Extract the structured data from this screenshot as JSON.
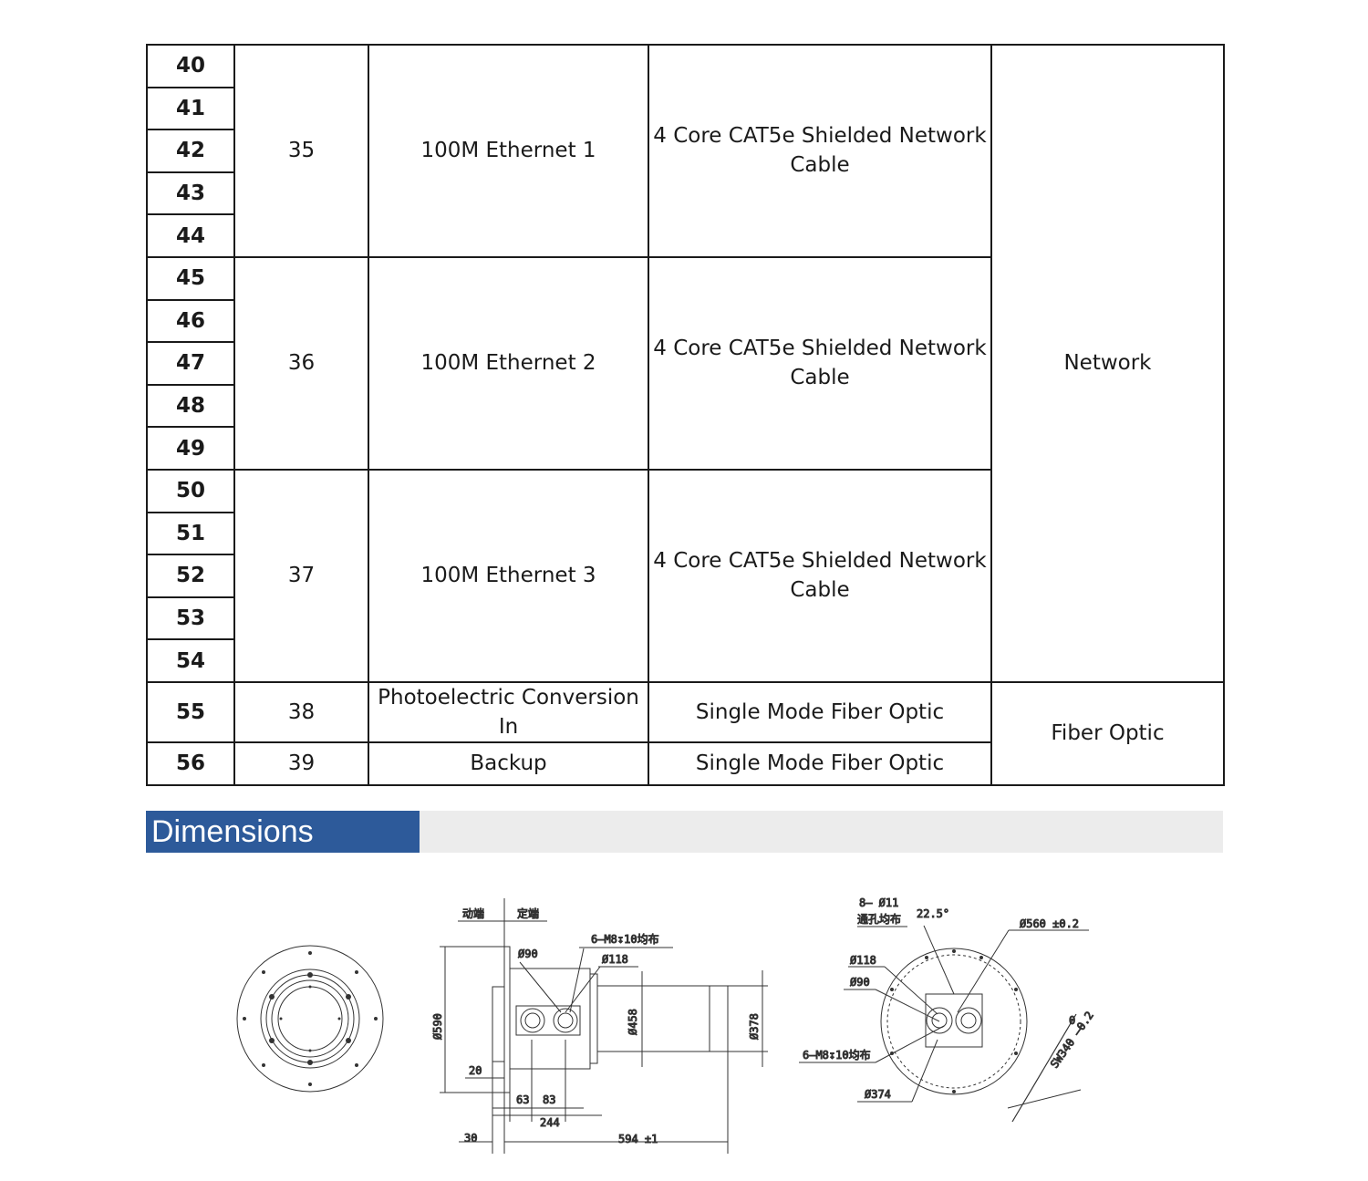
{
  "table": {
    "rows": [
      {
        "pin": "40"
      },
      {
        "pin": "41"
      },
      {
        "pin": "42"
      },
      {
        "pin": "43"
      },
      {
        "pin": "44"
      },
      {
        "pin": "45"
      },
      {
        "pin": "46"
      },
      {
        "pin": "47"
      },
      {
        "pin": "48"
      },
      {
        "pin": "49"
      },
      {
        "pin": "50"
      },
      {
        "pin": "51"
      },
      {
        "pin": "52"
      },
      {
        "pin": "53"
      },
      {
        "pin": "54"
      },
      {
        "pin": "55"
      },
      {
        "pin": "56"
      }
    ],
    "groups": [
      {
        "no": "35",
        "signal": "100M Ethernet 1",
        "cable_line1": "4 Core CAT5e Shielded Network",
        "cable_line2": "Cable"
      },
      {
        "no": "36",
        "signal": "100M Ethernet 2",
        "cable_line1": "4 Core CAT5e Shielded Network",
        "cable_line2": "Cable"
      },
      {
        "no": "37",
        "signal": "100M Ethernet 3",
        "cable_line1": "4 Core CAT5e Shielded Network",
        "cable_line2": "Cable"
      }
    ],
    "fiber": [
      {
        "no": "38",
        "signal": "Photoelectric Conversion In",
        "cable": "Single Mode Fiber Optic"
      },
      {
        "no": "39",
        "signal": "Backup",
        "cable": "Single Mode Fiber Optic"
      }
    ],
    "type_network": "Network",
    "type_fiber": "Fiber Optic"
  },
  "section": {
    "title": "Dimensions"
  },
  "drawing": {
    "side_labels": {
      "rotor": "动端",
      "stator": "定端"
    },
    "dims_side": {
      "d90": "Ø90",
      "d118": "Ø118",
      "m8": "6–M8↧10均布",
      "d590": "Ø590",
      "d458": "Ø458",
      "d378": "Ø378",
      "d20": "20",
      "d63": "63",
      "d83": "83",
      "d244": "244",
      "d30": "30",
      "d594": "594 ±1"
    },
    "dims_end": {
      "holes_line1": "8– Ø11",
      "holes_line2": "通孔均布",
      "angle": "22.5°",
      "d560": "Ø560 ±0.2",
      "d118": "Ø118",
      "d90": "Ø90",
      "m8": "6–M8↧10均布",
      "d374": "Ø374",
      "sw": "SW340 –0.2",
      "sw_up": "0"
    }
  }
}
